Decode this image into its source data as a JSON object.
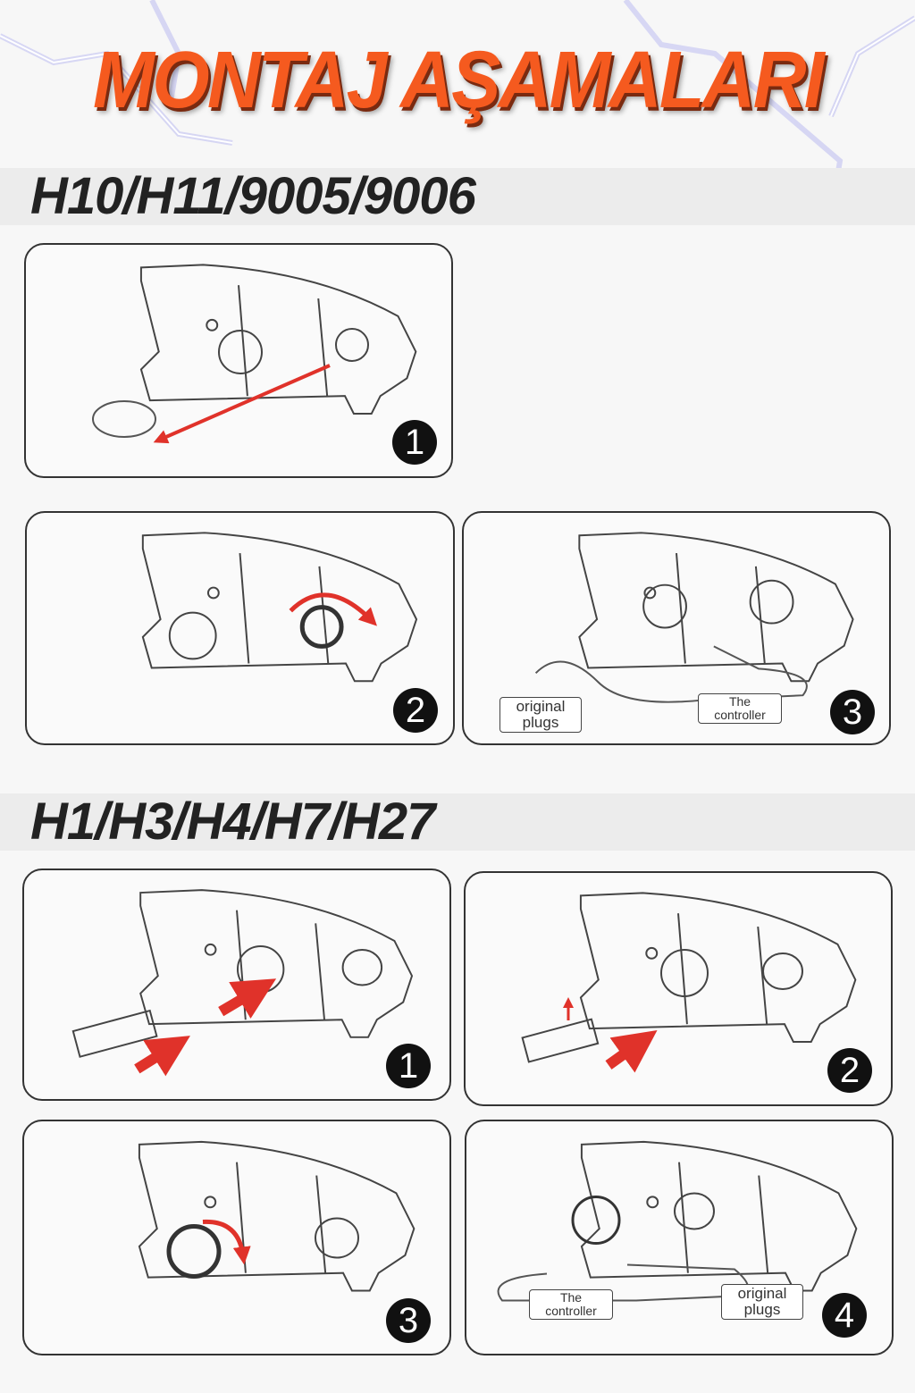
{
  "title": "MONTAJ AŞAMALARI",
  "sections": [
    {
      "heading": "H10/H11/9005/9006",
      "steps": [
        "1",
        "2",
        "3"
      ],
      "labels": {
        "original": "original plugs",
        "controller": "The controller"
      }
    },
    {
      "heading": "H1/H3/H4/H7/H27",
      "steps": [
        "1",
        "2",
        "3",
        "4"
      ],
      "labels": {
        "original": "original plugs",
        "controller": "The controller"
      }
    }
  ],
  "colors": {
    "title": "#f55a1f",
    "arrow": "#e0322a",
    "badge": "#111111"
  }
}
